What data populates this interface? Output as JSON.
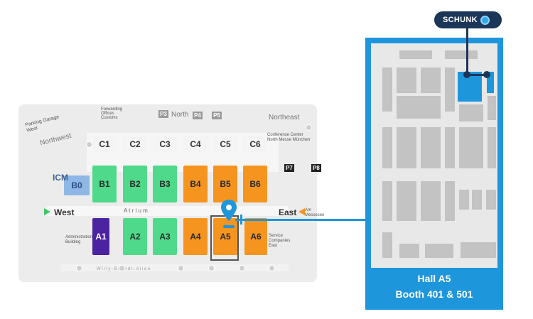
{
  "map": {
    "halls": {
      "c1": "C1",
      "c2": "C2",
      "c3": "C3",
      "c4": "C4",
      "c5": "C5",
      "c6": "C6",
      "b0": "B0",
      "b1": "B1",
      "b2": "B2",
      "b3": "B3",
      "b4": "B4",
      "b5": "B5",
      "b6": "B6",
      "a1": "A1",
      "a2": "A2",
      "a3": "A3",
      "a4": "A4",
      "a5": "A5",
      "a6": "A6"
    },
    "labels": {
      "parking_garage": "Parking Garage\nWest",
      "northwest": "Northwest",
      "north": "North",
      "northeast": "Northeast",
      "icm": "ICM",
      "west": "West",
      "east": "East",
      "atrium": "A t r i u m",
      "conference_center": "Conference Center\nNorth Messe München",
      "administration": "Administration\nBuilding",
      "service": "Service\nCompanies\nEast",
      "am_messesee": "Am\nMessesee",
      "forwarding": "Forwarding\nOffices\nCustoms",
      "street": "W i l l y - B r a n d t - A l l e e"
    },
    "parking": {
      "p3": "P3",
      "p4": "P4",
      "p5": "P5",
      "p7": "P7",
      "p8": "P8"
    }
  },
  "panel": {
    "hall": "Hall A5",
    "booth": "Booth 401 & 501"
  },
  "logo": {
    "text": "SCHUNK"
  },
  "colors": {
    "accent_blue": "#1e96dc",
    "hall_green": "#4fd98a",
    "hall_orange": "#f5951f",
    "hall_purple": "#4b23a0",
    "logo_navy": "#1b3658"
  },
  "icons": [
    "location-pin-icon",
    "arrow-left-icon",
    "arrow-right-icon",
    "schunk-logo-icon"
  ]
}
